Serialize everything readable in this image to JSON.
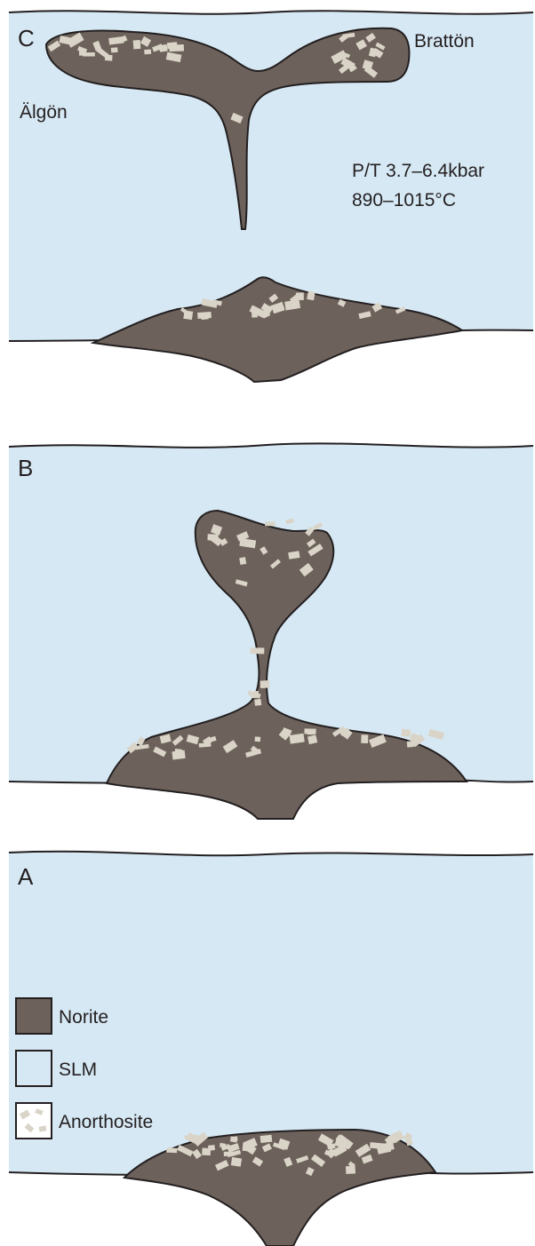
{
  "panels": {
    "c": {
      "letter": "C",
      "left_site": "Älgön",
      "right_site": "Brattön",
      "pressure": "P/T 3.7–6.4kbar",
      "temperature": "890–1015°C"
    },
    "b": {
      "letter": "B"
    },
    "a": {
      "letter": "A"
    }
  },
  "legend": {
    "norite": "Norite",
    "slm": "SLM",
    "anorthosite": "Anorthosite"
  },
  "colors": {
    "slm": "#d6e8f4",
    "norite": "#6d625b",
    "anorthosite": "#d9d4c7",
    "outline": "#231f20"
  }
}
